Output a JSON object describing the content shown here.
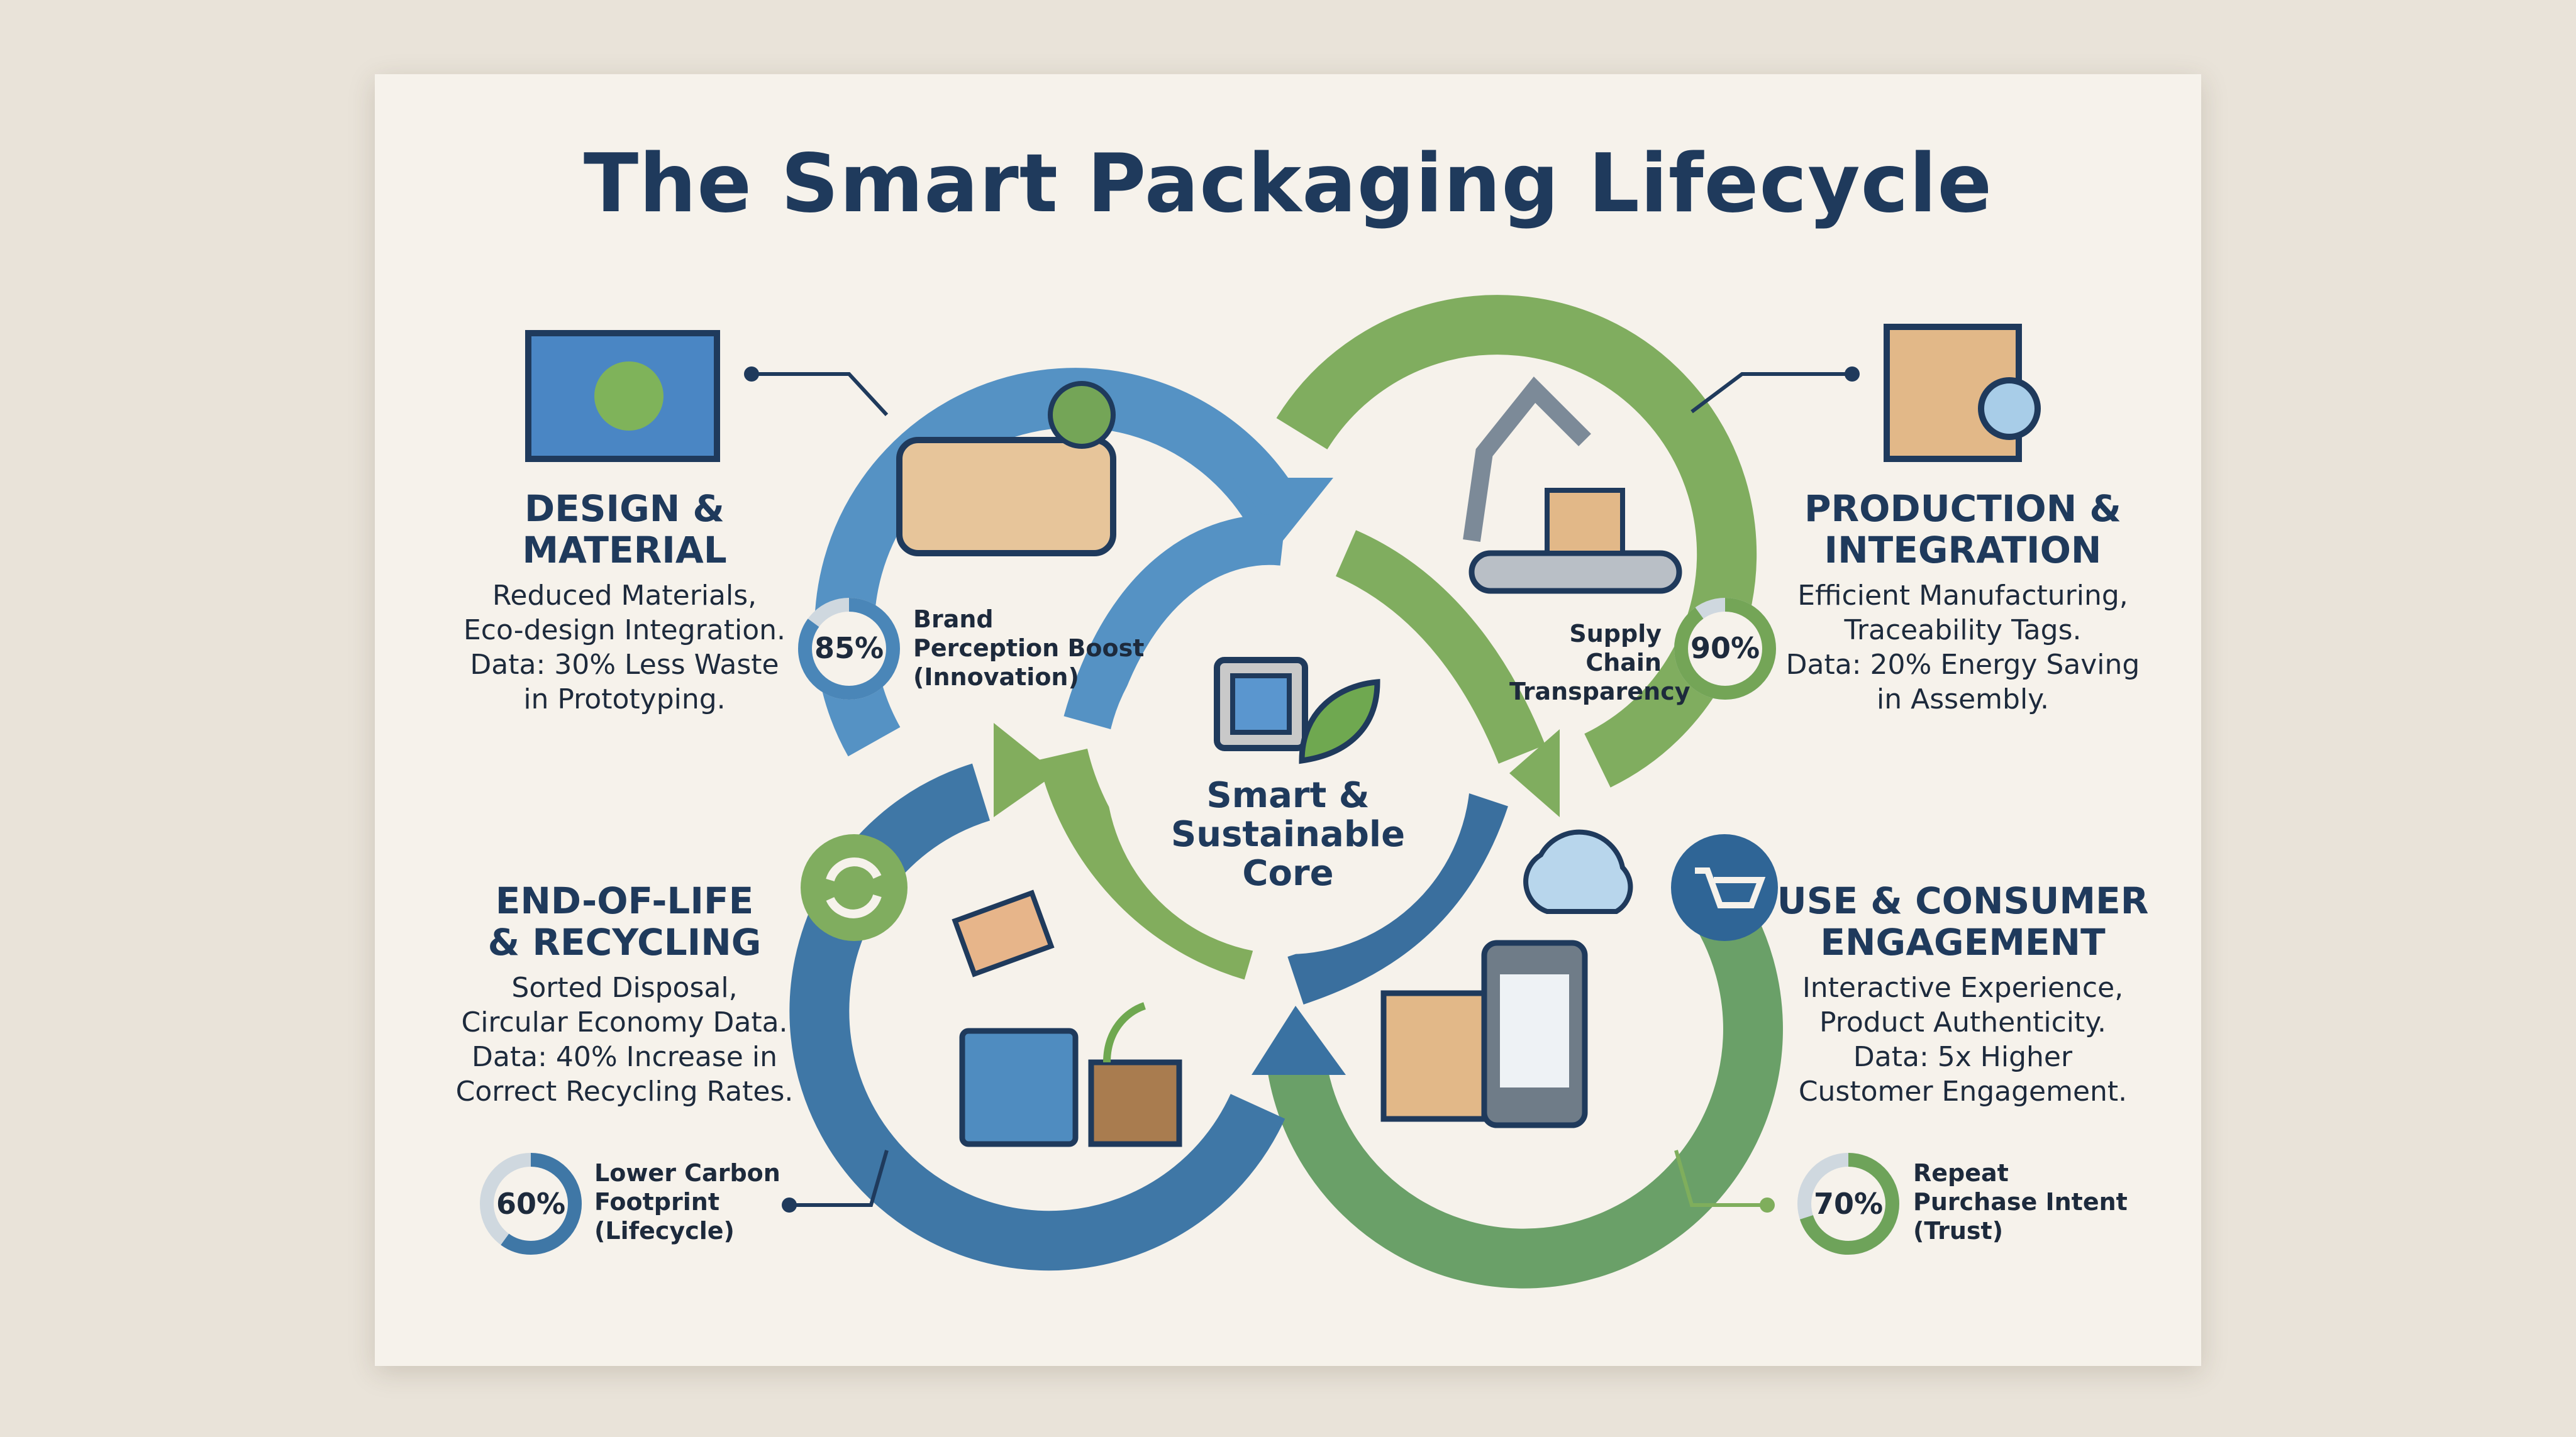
{
  "title": "The Smart Packaging Lifecycle",
  "core": {
    "line1": "Smart &",
    "line2": "Sustainable",
    "line3": "Core"
  },
  "stages": [
    {
      "heading1": "DESIGN &",
      "heading2": "MATERIAL",
      "body": [
        "Reduced Materials,",
        "Eco-design Integration.",
        "Data: 30% Less Waste",
        "in Prototyping."
      ]
    },
    {
      "heading1": "PRODUCTION &",
      "heading2": "INTEGRATION",
      "body": [
        "Efficient Manufacturing,",
        "Traceability Tags.",
        "Data: 20% Energy Saving",
        "in Assembly."
      ]
    },
    {
      "heading1": "END-OF-LIFE",
      "heading2": "& RECYCLING",
      "body": [
        "Sorted Disposal,",
        "Circular Economy Data.",
        "Data: 40% Increase in",
        "Correct Recycling Rates."
      ]
    },
    {
      "heading1": "USE & CONSUMER",
      "heading2": "ENGAGEMENT",
      "body": [
        "Interactive Experience,",
        "Product Authenticity.",
        "Data: 5x Higher",
        "Customer Engagement."
      ]
    }
  ],
  "metrics": [
    {
      "value": "85%",
      "fraction": 0.85,
      "label": [
        "Brand",
        "Perception Boost",
        "(Innovation)"
      ],
      "color": "#4a86b8"
    },
    {
      "value": "90%",
      "fraction": 0.9,
      "label": [
        "Supply Chain",
        "Transparency"
      ],
      "color": "#74a557"
    },
    {
      "value": "60%",
      "fraction": 0.6,
      "label": [
        "Lower Carbon",
        "Footprint",
        "(Lifecycle)"
      ],
      "color": "#3f77a6"
    },
    {
      "value": "70%",
      "fraction": 0.7,
      "label": [
        "Repeat",
        "Purchase Intent",
        "(Trust)"
      ],
      "color": "#6ea35a"
    }
  ],
  "colors": {
    "blue": "#4f8cc0",
    "darkblue": "#3a6f9e",
    "green": "#7fae5c",
    "navy": "#1f3a5c"
  }
}
